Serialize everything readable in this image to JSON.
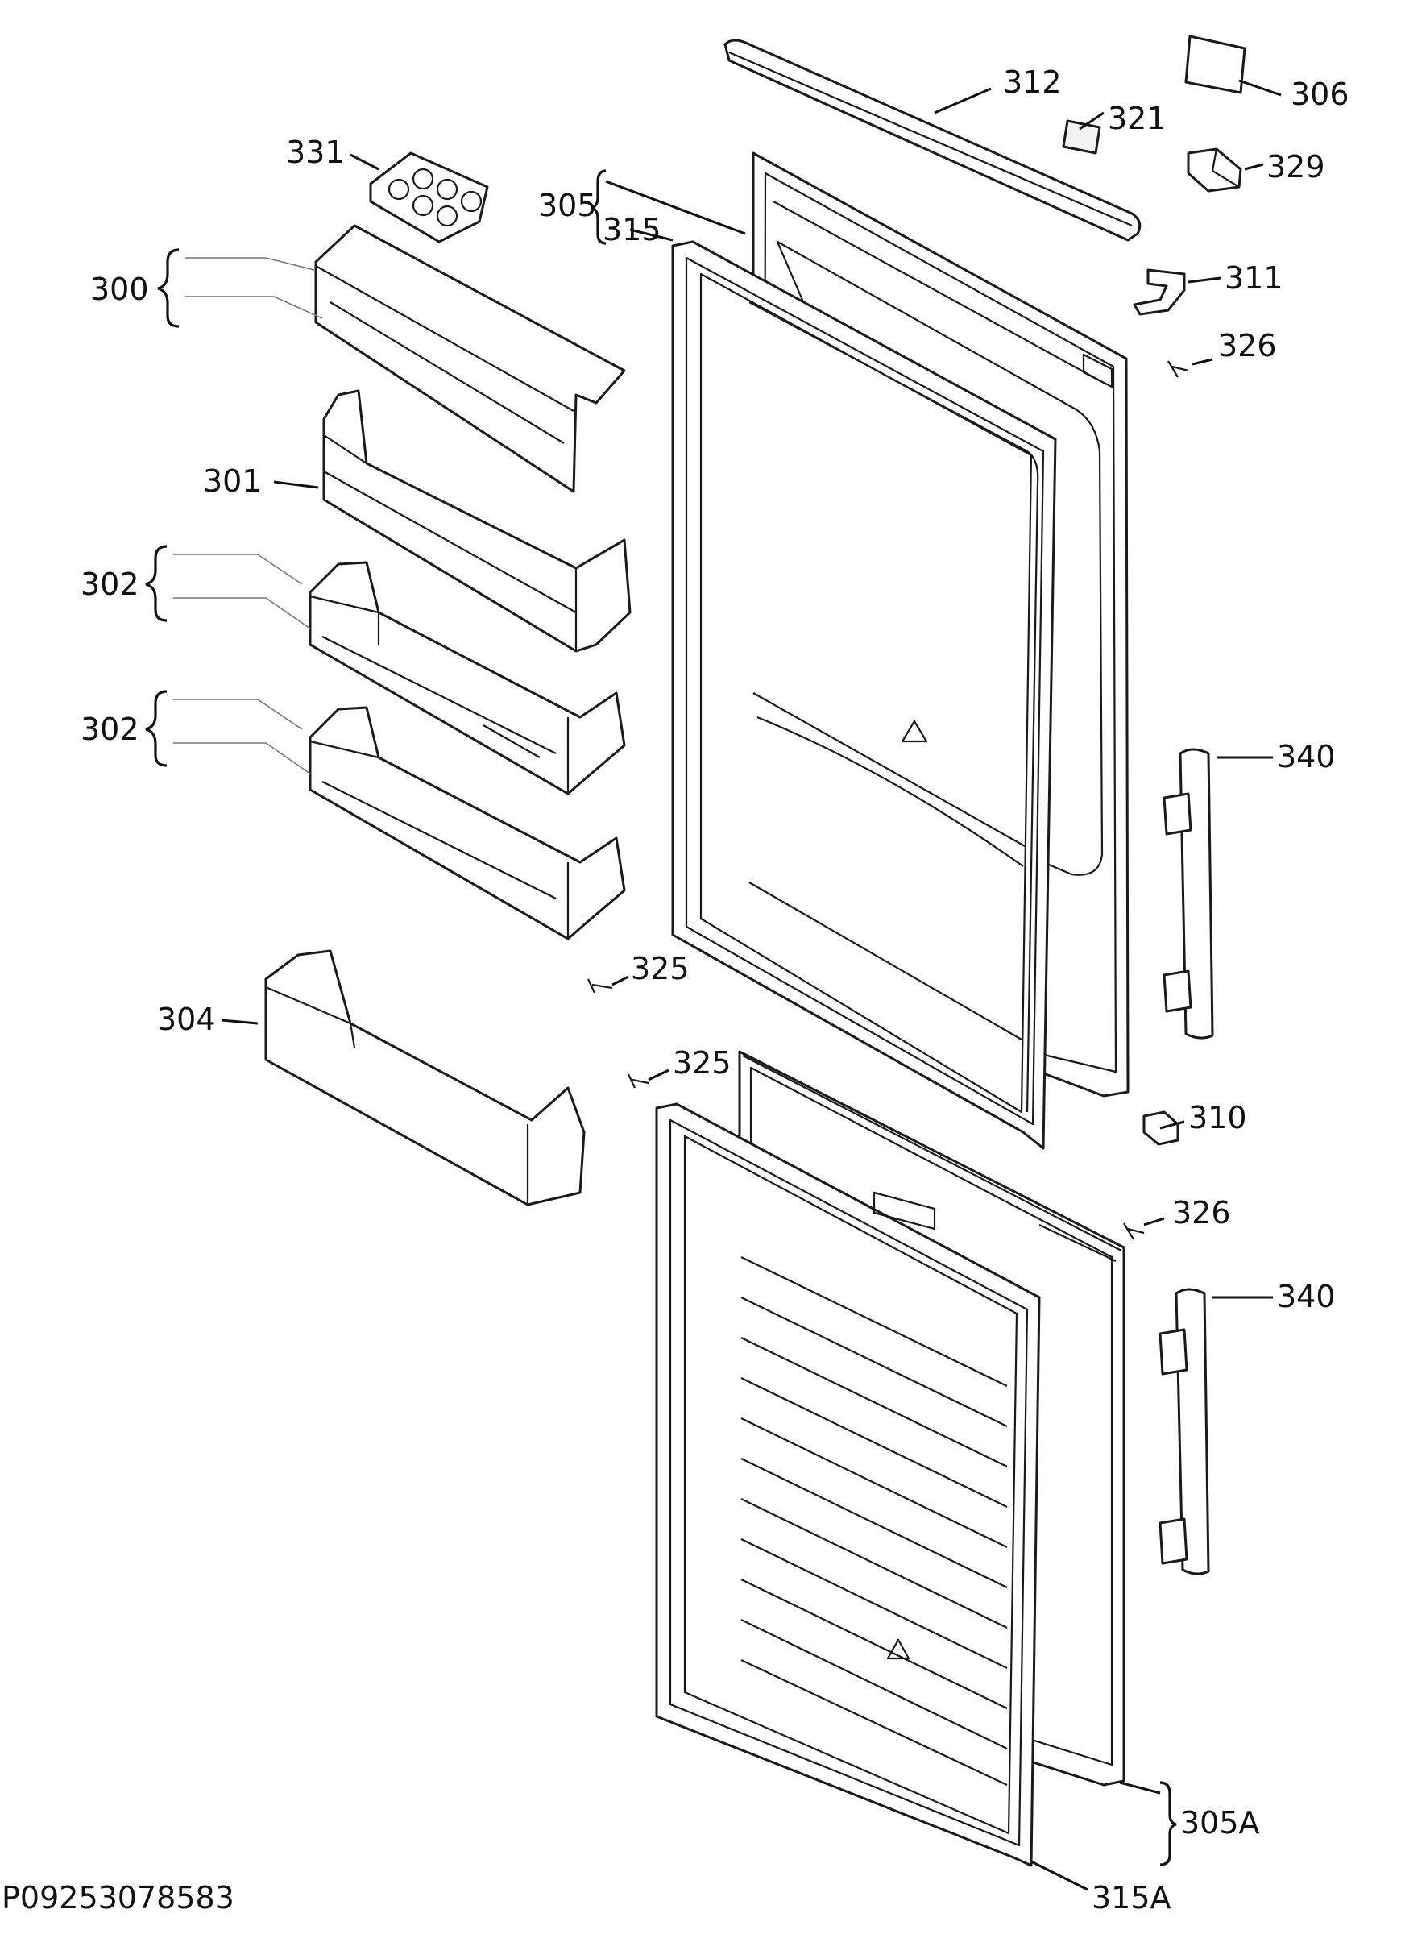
{
  "diagram": {
    "footer_code": "P09253078583",
    "labels": {
      "l300": "300",
      "l301": "301",
      "l302a": "302",
      "l302b": "302",
      "l304": "304",
      "l305": "305",
      "l305A": "305A",
      "l306": "306",
      "l310": "310",
      "l311": "311",
      "l312": "312",
      "l315": "315",
      "l315A": "315A",
      "l321": "321",
      "l325a": "325",
      "l325b": "325",
      "l326a": "326",
      "l326b": "326",
      "l329": "329",
      "l331": "331",
      "l340a": "340",
      "l340b": "340"
    }
  }
}
